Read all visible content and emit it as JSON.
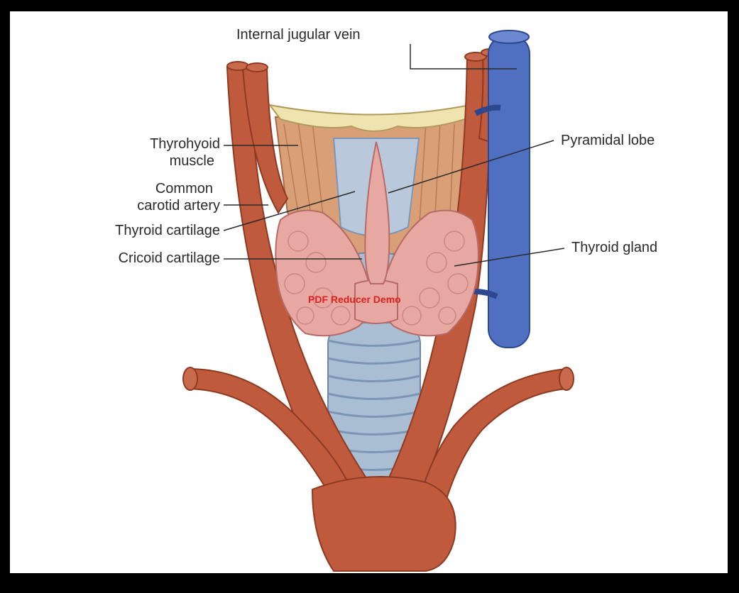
{
  "diagram": {
    "labels": {
      "internal_jugular_vein": "Internal jugular vein",
      "thyrohyoid_muscle_1": "Thyrohyoid",
      "thyrohyoid_muscle_2": "muscle",
      "common_carotid_1": "Common",
      "common_carotid_2": "carotid artery",
      "thyroid_cartilage": "Thyroid cartilage",
      "cricoid_cartilage": "Cricoid cartilage",
      "pyramidal_lobe": "Pyramidal lobe",
      "thyroid_gland": "Thyroid gland"
    },
    "watermark": "PDF Reducer Demo",
    "colors": {
      "artery": "#bf5a3c",
      "artery_dark": "#8e3a22",
      "vein": "#4f6fc0",
      "vein_dark": "#2e4890",
      "thyroid": "#e8a8a2",
      "cartilage": "#b9c9db",
      "muscle": "#d9a078",
      "hyoid": "#efe3b0",
      "border": "#000000"
    }
  }
}
